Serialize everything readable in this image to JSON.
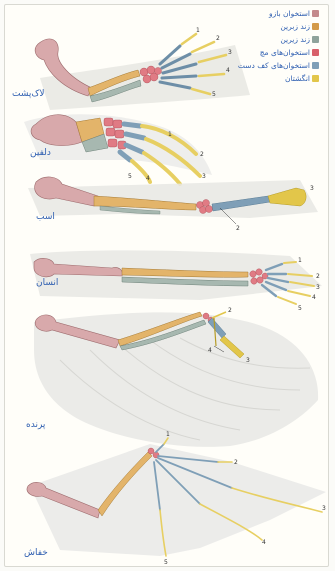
{
  "legend": [
    {
      "label": "استخوان بازو",
      "color": "#c48a8c"
    },
    {
      "label": "زند زبرین",
      "color": "#d49a48"
    },
    {
      "label": "زند زیرین",
      "color": "#8fa39b"
    },
    {
      "label": "استخوان‌های مچ",
      "color": "#d8606a"
    },
    {
      "label": "استخوان‌های کف دست",
      "color": "#7f9fb7"
    },
    {
      "label": "انگشتان",
      "color": "#e2c64a"
    }
  ],
  "animals": {
    "turtle": "لاک‌پشت",
    "dolphin": "دلفین",
    "horse": "اسب",
    "human": "انسان",
    "bird": "پرنده",
    "bat": "خفاش"
  }
}
